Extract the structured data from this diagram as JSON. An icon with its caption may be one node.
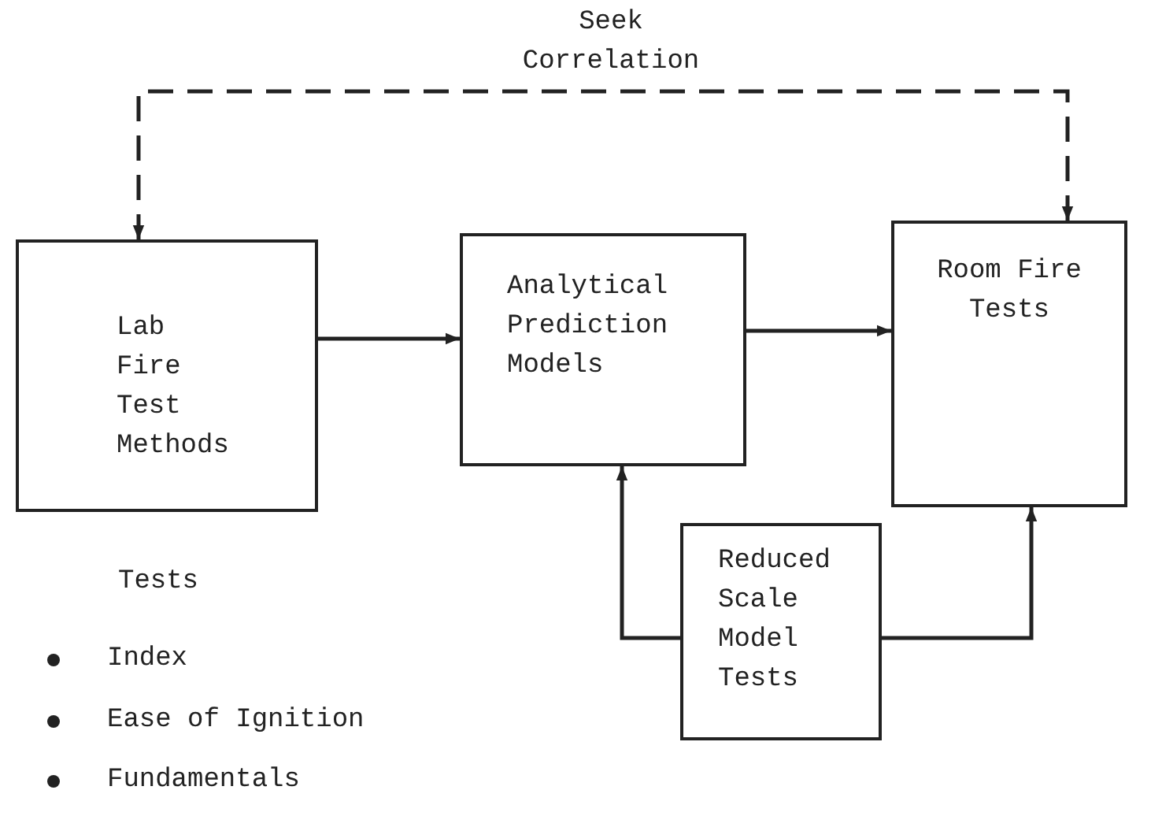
{
  "diagram": {
    "nodes": [
      {
        "text": [
          "Lab Fire Test Methods"
        ]
      },
      {
        "text": [
          "Analytical Prediction Models"
        ]
      },
      {
        "text": [
          "Room Fire Tests"
        ]
      },
      {
        "text": [
          "Reduced Scale Model Tests"
        ]
      }
    ],
    "edges": [
      {
        "from": 0,
        "to": 2,
        "arrow": "both",
        "style": "dashed",
        "label": "Seek Correlation"
      },
      {
        "from": 0,
        "to": 1,
        "arrow": "to"
      },
      {
        "from": 1,
        "to": 2,
        "arrow": "to"
      },
      {
        "from": 3,
        "to": 1,
        "arrow": "to"
      },
      {
        "from": 3,
        "to": 2,
        "arrow": "to"
      }
    ],
    "labels": [
      "Tests",
      "Index",
      "Ease of Ignition",
      "Fundamentals"
    ]
  }
}
